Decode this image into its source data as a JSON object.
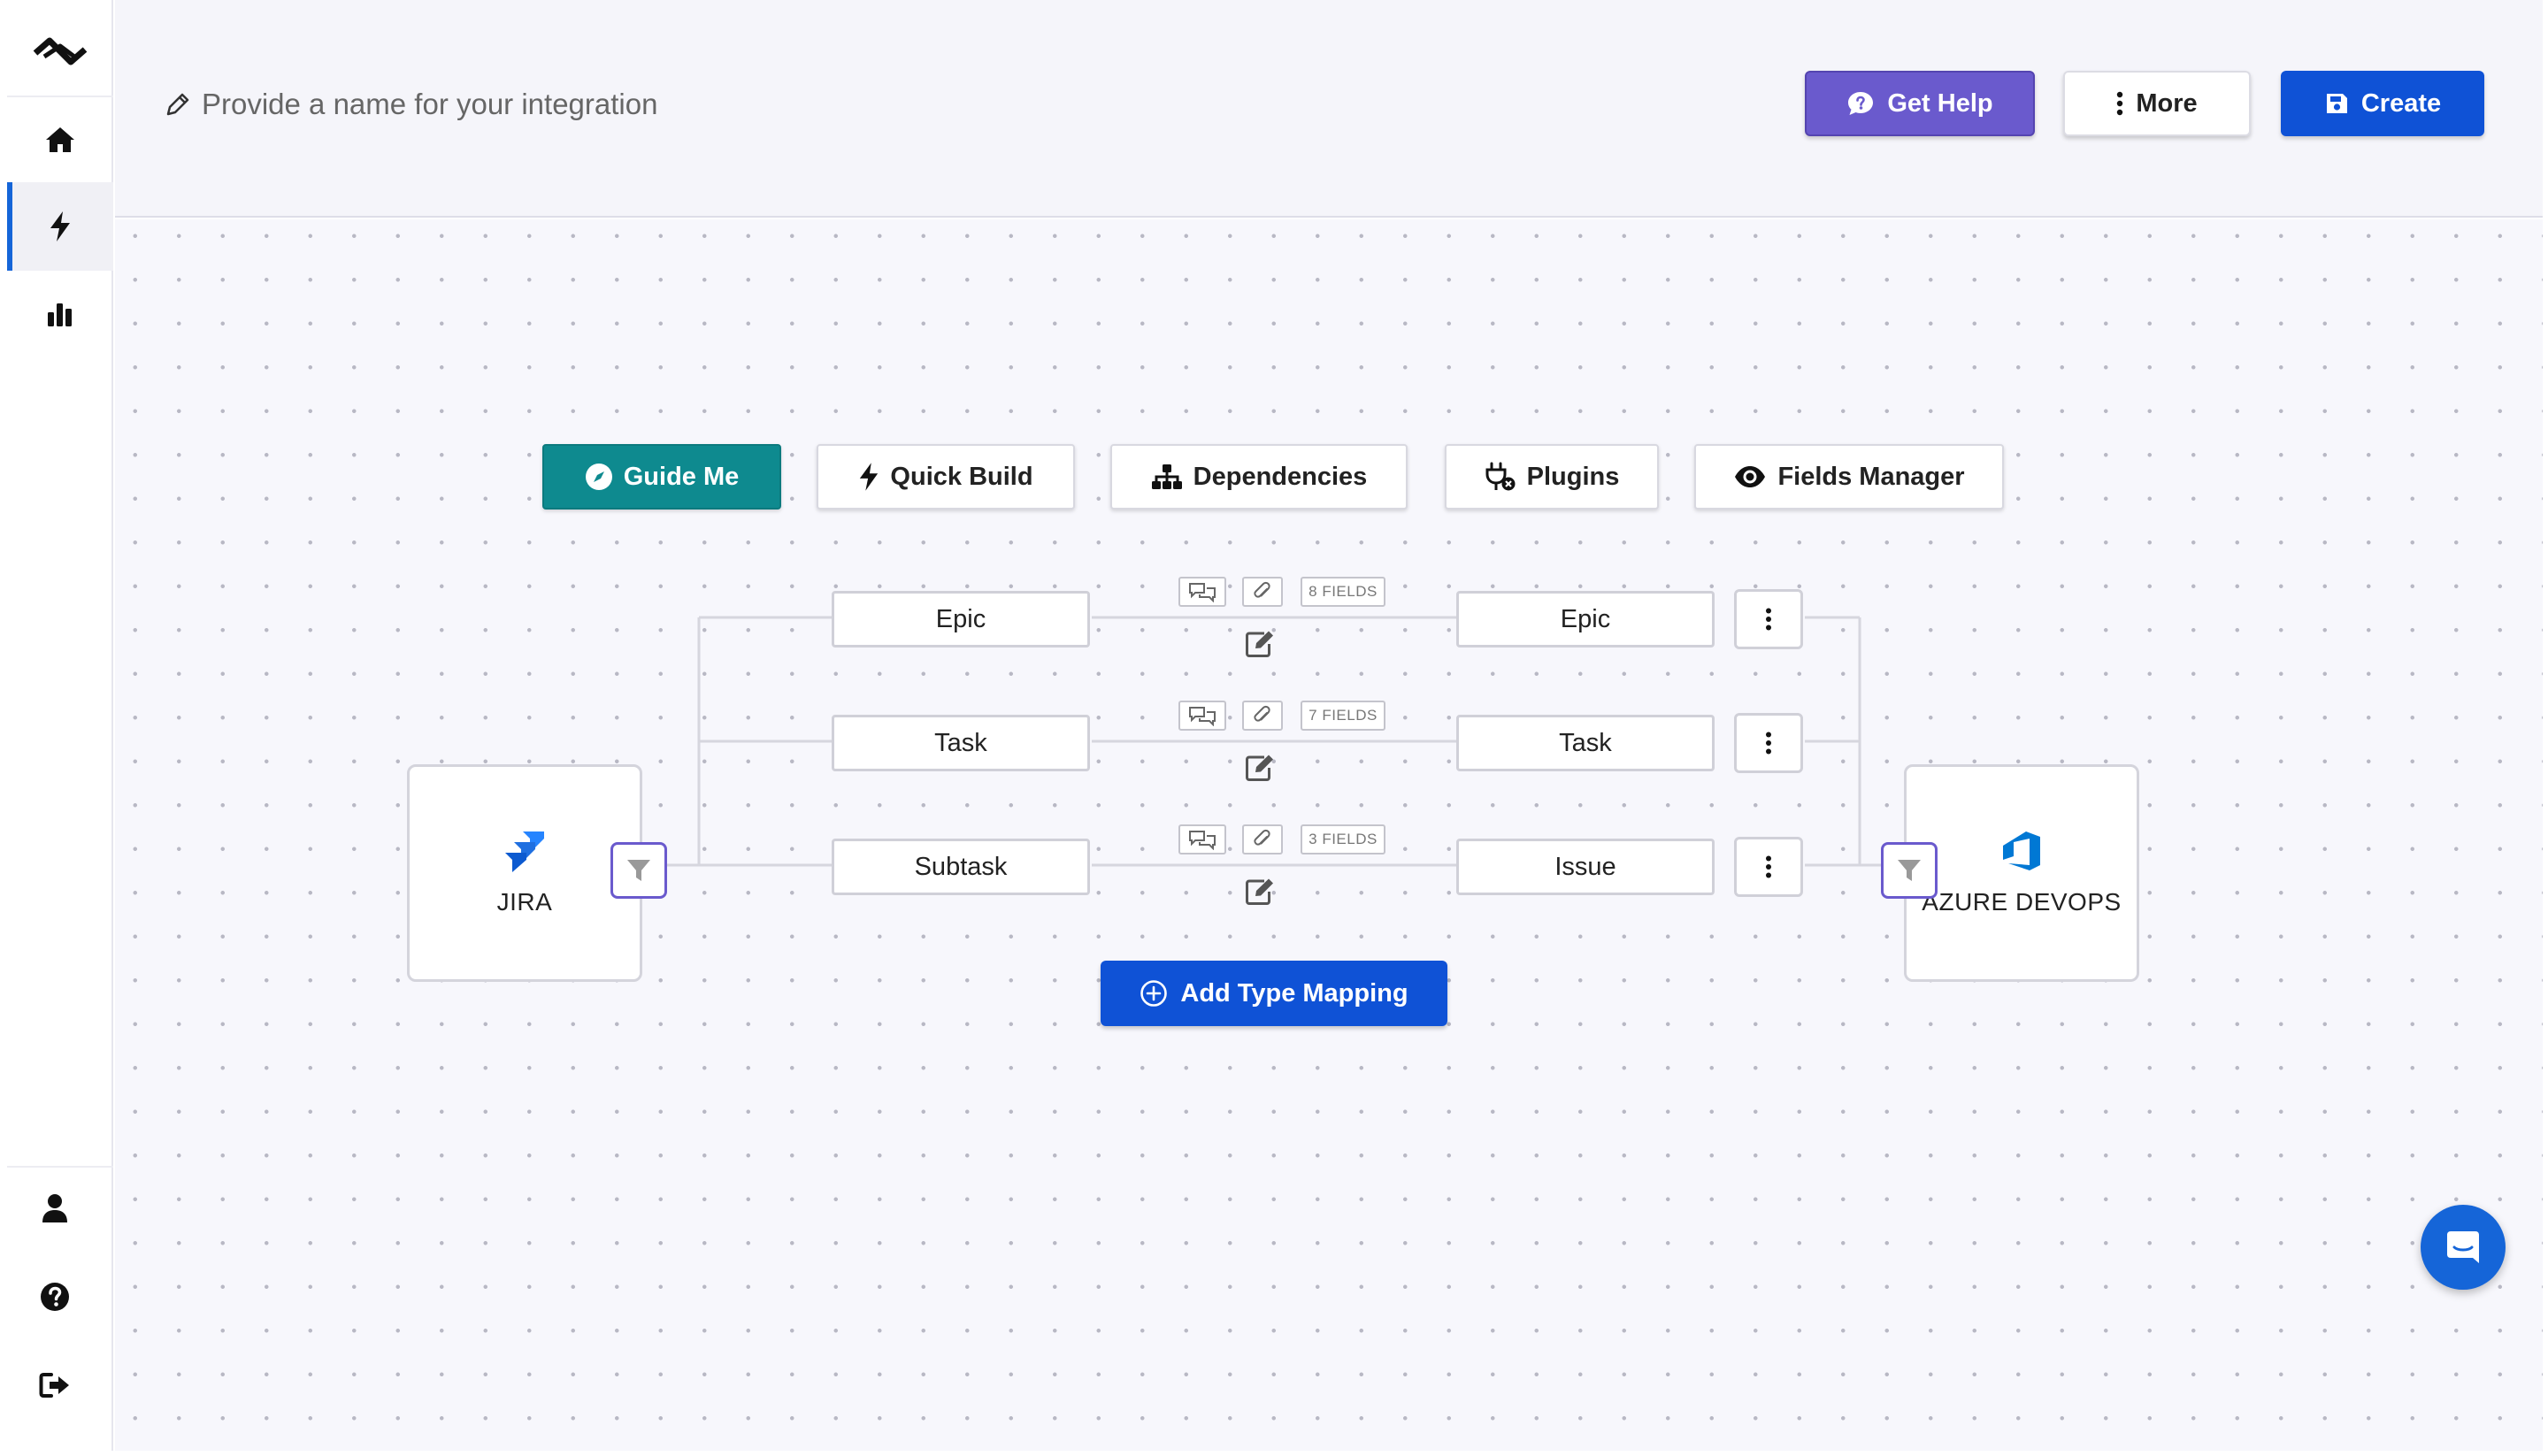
{
  "header": {
    "name_placeholder": "Provide a name for your integration",
    "get_help_label": "Get Help",
    "more_label": "More",
    "create_label": "Create"
  },
  "sidebar": {
    "top_items": [
      "logo-icon",
      "home-icon",
      "bolt-icon",
      "chart-icon"
    ],
    "bottom_items": [
      "user-icon",
      "help-icon",
      "logout-icon"
    ],
    "active_item": "bolt-icon"
  },
  "toolbar": {
    "guide_me": "Guide Me",
    "quick_build": "Quick Build",
    "dependencies": "Dependencies",
    "plugins": "Plugins",
    "fields_manager": "Fields Manager"
  },
  "source_system": {
    "label": "JIRA"
  },
  "target_system": {
    "label": "AZURE DEVOPS"
  },
  "mappings": [
    {
      "source": "Epic",
      "target": "Epic",
      "fields_badge": "8 FIELDS"
    },
    {
      "source": "Task",
      "target": "Task",
      "fields_badge": "7 FIELDS"
    },
    {
      "source": "Subtask",
      "target": "Issue",
      "fields_badge": "3 FIELDS"
    }
  ],
  "add_mapping_label": "Add Type Mapping",
  "colors": {
    "accent_blue": "#0f52d6",
    "help_purple": "#6a5acd",
    "guide_teal": "#0e8a8f",
    "jira_blue": "#2684ff",
    "azure_blue": "#0078d4"
  }
}
